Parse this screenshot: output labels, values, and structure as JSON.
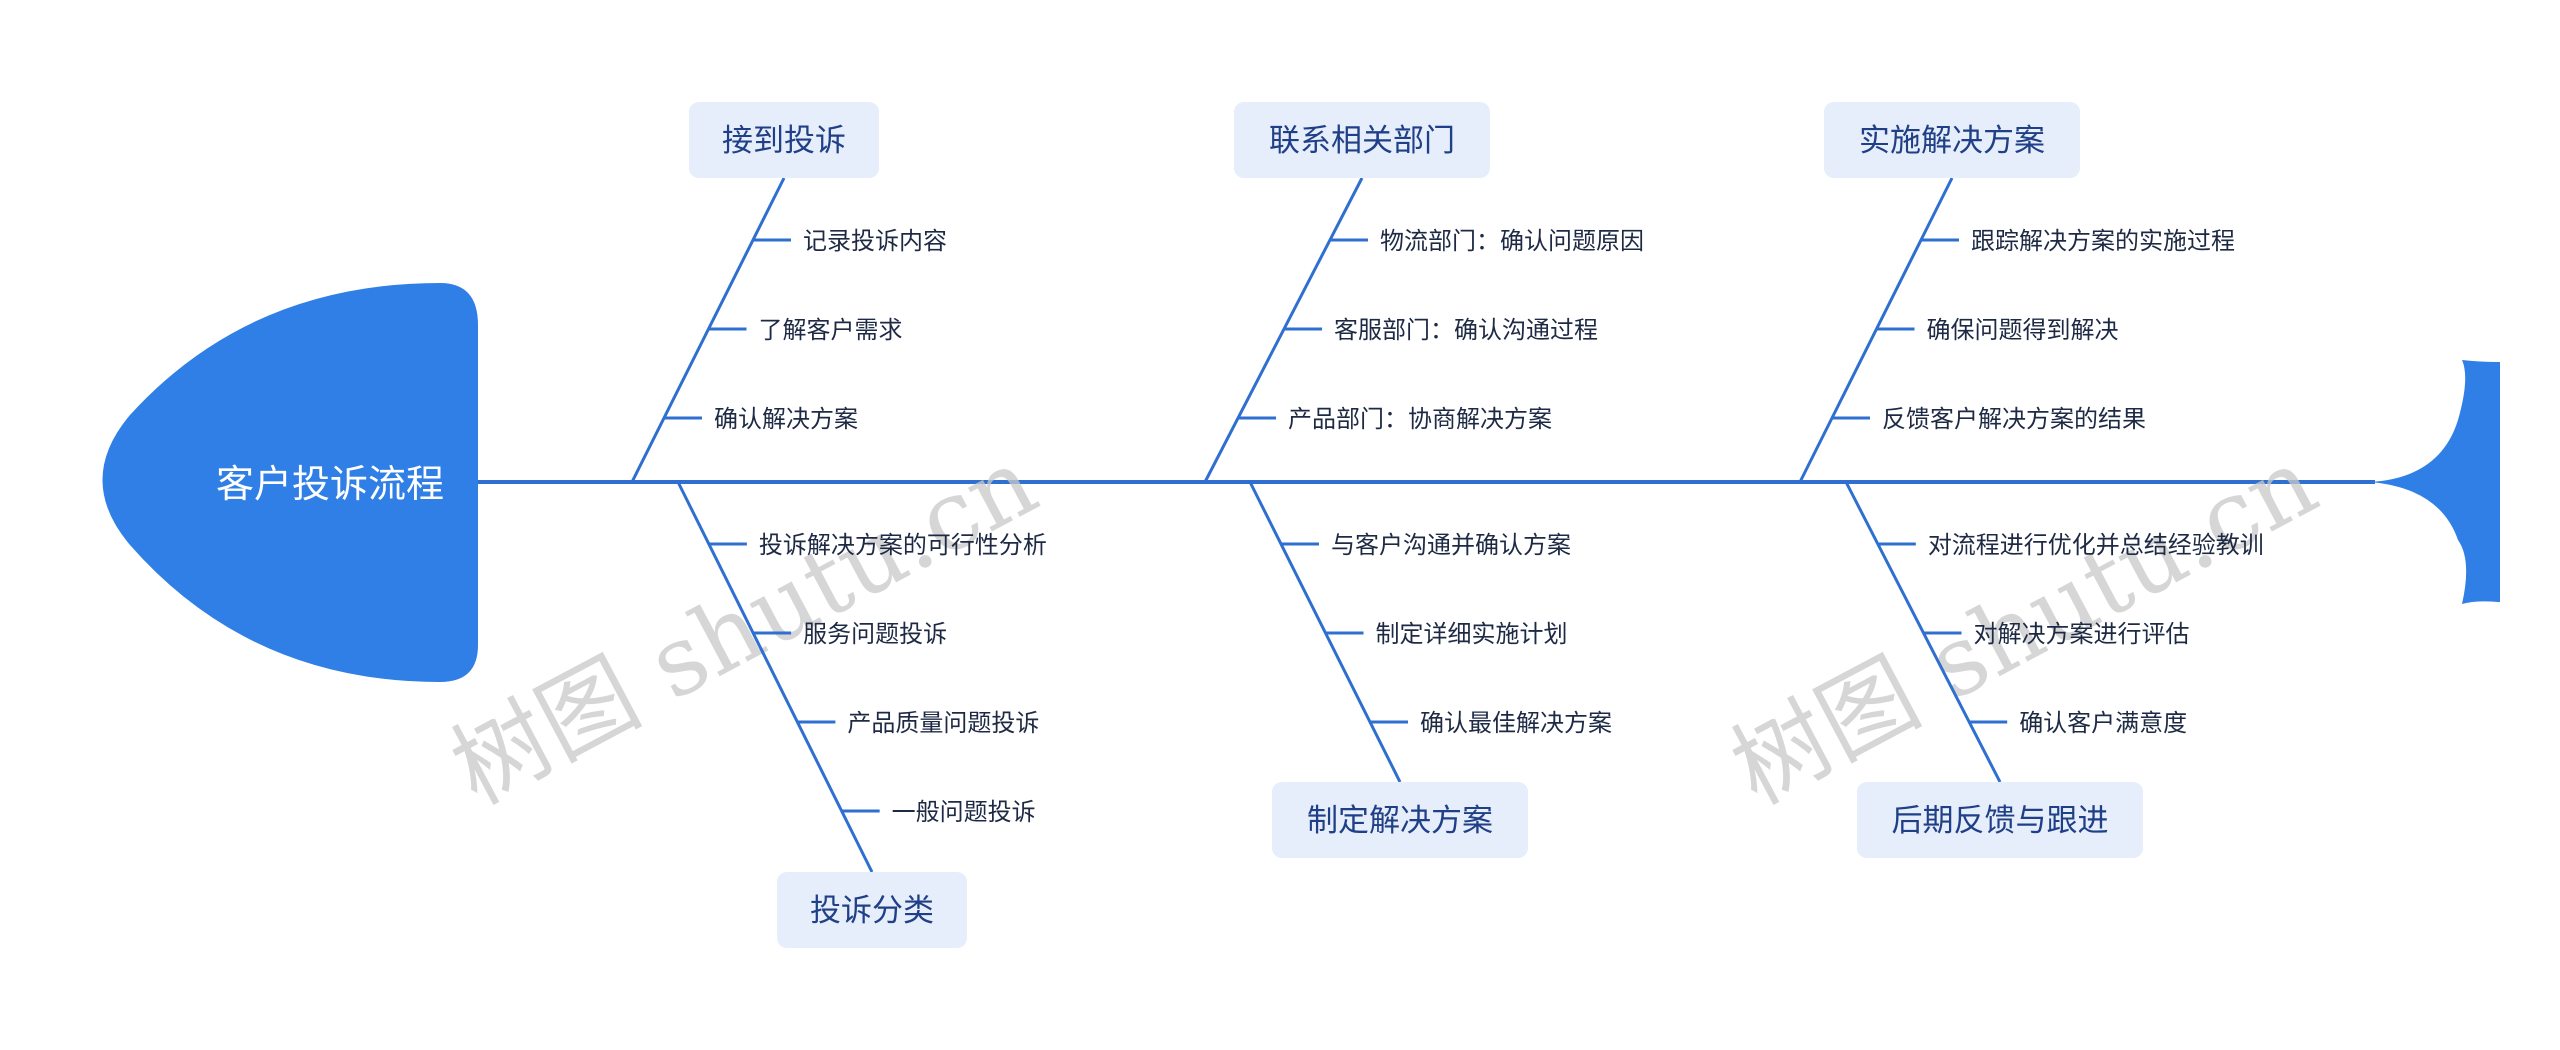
{
  "head": {
    "title": "客户投诉流程"
  },
  "watermark": [
    "树图 shutu.cn",
    "树图 shutu.cn"
  ],
  "colors": {
    "primary": "#2f7fe6",
    "line": "#2f6fd0",
    "box": "#e6edfb",
    "box_text": "#1f3f86",
    "leaf_text": "#1e2a44"
  },
  "categories": [
    {
      "label": "接到投诉",
      "position": "top",
      "items": [
        "记录投诉内容",
        "了解客户需求",
        "确认解决方案"
      ]
    },
    {
      "label": "投诉分类",
      "position": "bottom",
      "items": [
        "投诉解决方案的可行性分析",
        "服务问题投诉",
        "产品质量问题投诉",
        "一般问题投诉"
      ]
    },
    {
      "label": "联系相关部门",
      "position": "top",
      "items": [
        "物流部门：确认问题原因",
        "客服部门：确认沟通过程",
        "产品部门：协商解决方案"
      ]
    },
    {
      "label": "制定解决方案",
      "position": "bottom",
      "items": [
        "与客户沟通并确认方案",
        "制定详细实施计划",
        "确认最佳解决方案"
      ]
    },
    {
      "label": "实施解决方案",
      "position": "top",
      "items": [
        "跟踪解决方案的实施过程",
        "确保问题得到解决",
        "反馈客户解决方案的结果"
      ]
    },
    {
      "label": "后期反馈与跟进",
      "position": "bottom",
      "items": [
        "对流程进行优化并总结经验教训",
        "对解决方案进行评估",
        "确认客户满意度"
      ]
    }
  ]
}
